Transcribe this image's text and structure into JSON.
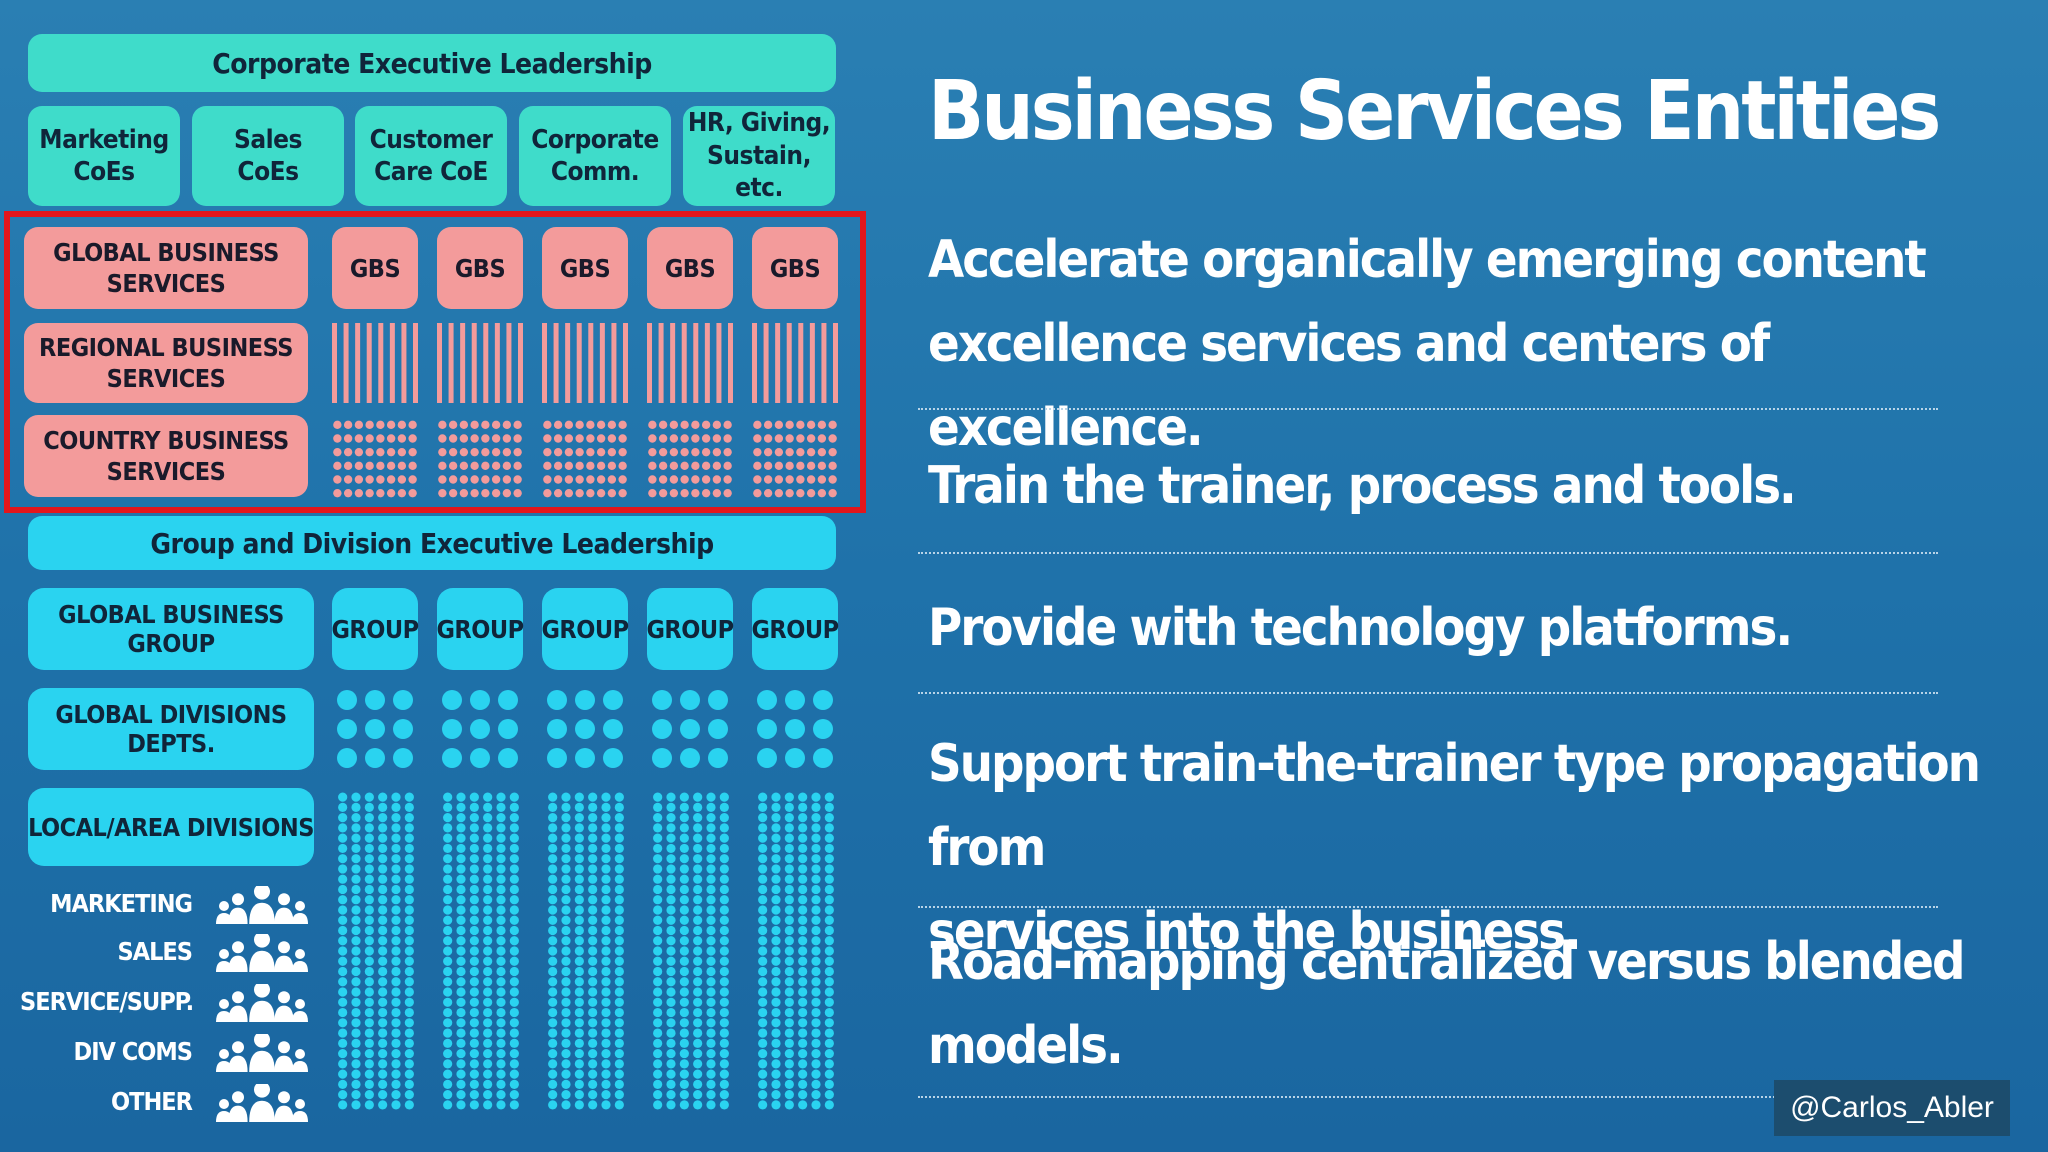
{
  "org_chart": {
    "corporate_leadership": "Corporate Executive Leadership",
    "coe_boxes": [
      "Marketing\nCoEs",
      "Sales\nCoEs",
      "Customer\nCare CoE",
      "Corporate\nComm.",
      "HR, Giving,\nSustain, etc."
    ],
    "business_services": {
      "global_label": "GLOBAL BUSINESS\nSERVICES",
      "regional_label": "REGIONAL BUSINESS\nSERVICES",
      "country_label": "COUNTRY BUSINESS\nSERVICES",
      "gbs_boxes": [
        "GBS",
        "GBS",
        "GBS",
        "GBS",
        "GBS"
      ]
    },
    "group_leadership": "Group and Division Executive Leadership",
    "global_business_group": "GLOBAL BUSINESS GROUP",
    "group_boxes": [
      "GROUP",
      "GROUP",
      "GROUP",
      "GROUP",
      "GROUP"
    ],
    "global_divisions": "GLOBAL DIVISIONS DEPTS.",
    "local_divisions": "LOCAL/AREA DIVISIONS",
    "functions": [
      "MARKETING",
      "SALES",
      "SERVICE/SUPP.",
      "DIV COMS",
      "OTHER"
    ]
  },
  "right_panel": {
    "title": "Business Services Entities",
    "points": [
      "Accelerate organically emerging content\nexcellence services and centers of excellence.",
      "Train the trainer, process and tools.",
      "Provide with technology platforms.",
      "Support train-the-trainer type propagation from\nservices into the business.",
      "Road-mapping centralized versus blended\nmodels."
    ]
  },
  "watermark": "@Carlos_Abler",
  "colors": {
    "background": "#1f72aa",
    "teal": "#3fdcca",
    "cyan": "#2ad3f0",
    "pink": "#f39b9b",
    "highlight_border": "#e3161c",
    "text_white": "#ffffff"
  }
}
